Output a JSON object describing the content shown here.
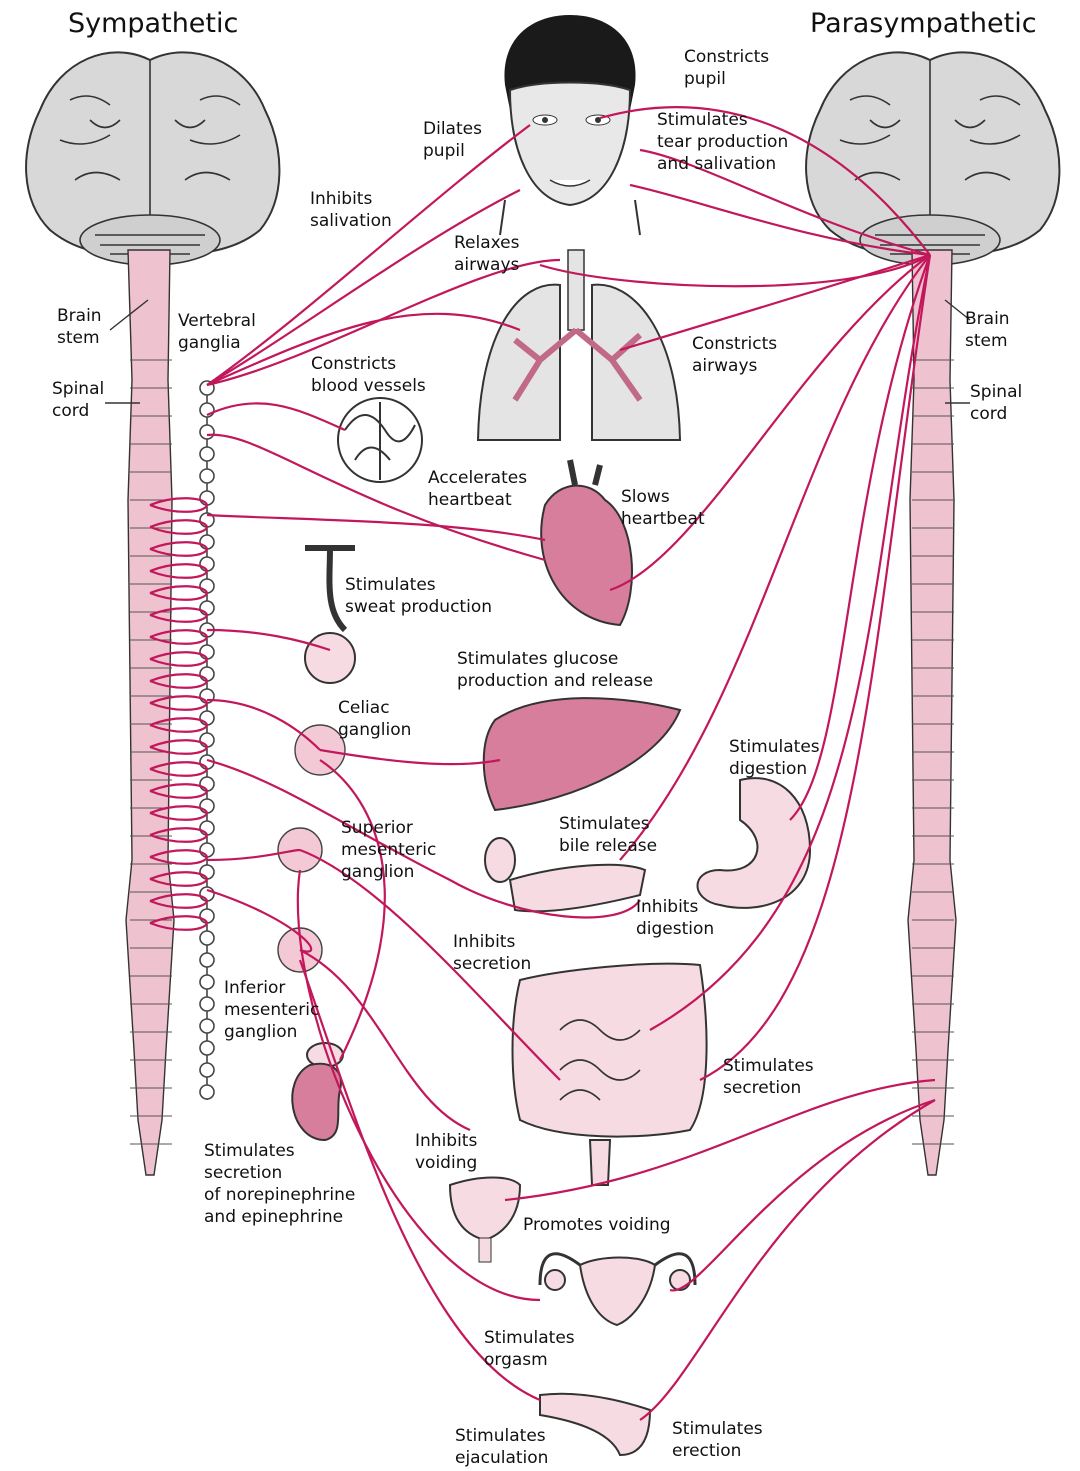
{
  "titles": {
    "sympathetic": "Sympathetic",
    "parasympathetic": "Parasympathetic"
  },
  "labels": {
    "brain_stem_left": "Brain\nstem",
    "spinal_cord_left": "Spinal\ncord",
    "vertebral_ganglia": "Vertebral\nganglia",
    "brain_stem_right": "Brain\nstem",
    "spinal_cord_right": "Spinal\ncord",
    "constricts_pupil": "Constricts\npupil",
    "dilates_pupil": "Dilates\npupil",
    "stimulates_tear": "Stimulates\ntear production\nand salivation",
    "inhibits_salivation": "Inhibits\nsalivation",
    "relaxes_airways": "Relaxes\nairways",
    "constricts_airways": "Constricts\nairways",
    "constricts_vessels": "Constricts\nblood vessels",
    "accelerates_heartbeat": "Accelerates\nheartbeat",
    "slows_heartbeat": "Slows\nheartbeat",
    "stimulates_sweat": "Stimulates\nsweat production",
    "stimulates_glucose": "Stimulates glucose\nproduction and release",
    "celiac_ganglion": "Celiac\nganglion",
    "stimulates_digestion": "Stimulates\ndigestion",
    "superior_mesenteric": "Superior\nmesenteric\nganglion",
    "stimulates_bile": "Stimulates\nbile release",
    "inhibits_digestion": "Inhibits\ndigestion",
    "inhibits_secretion": "Inhibits\nsecretion",
    "inferior_mesenteric": "Inferior\nmesenteric\nganglion",
    "stimulates_secretion": "Stimulates\nsecretion",
    "stimulates_norepinephrine": "Stimulates\nsecretion\nof norepinephrine\nand epinephrine",
    "inhibits_voiding": "Inhibits\nvoiding",
    "promotes_voiding": "Promotes voiding",
    "stimulates_orgasm": "Stimulates\norgasm",
    "stimulates_ejaculation": "Stimulates\nejaculation",
    "stimulates_erection": "Stimulates\nerection"
  },
  "colors": {
    "nerve": "#c2185b",
    "organ": "#e6a3b8",
    "brain": "#d8d8d8"
  }
}
